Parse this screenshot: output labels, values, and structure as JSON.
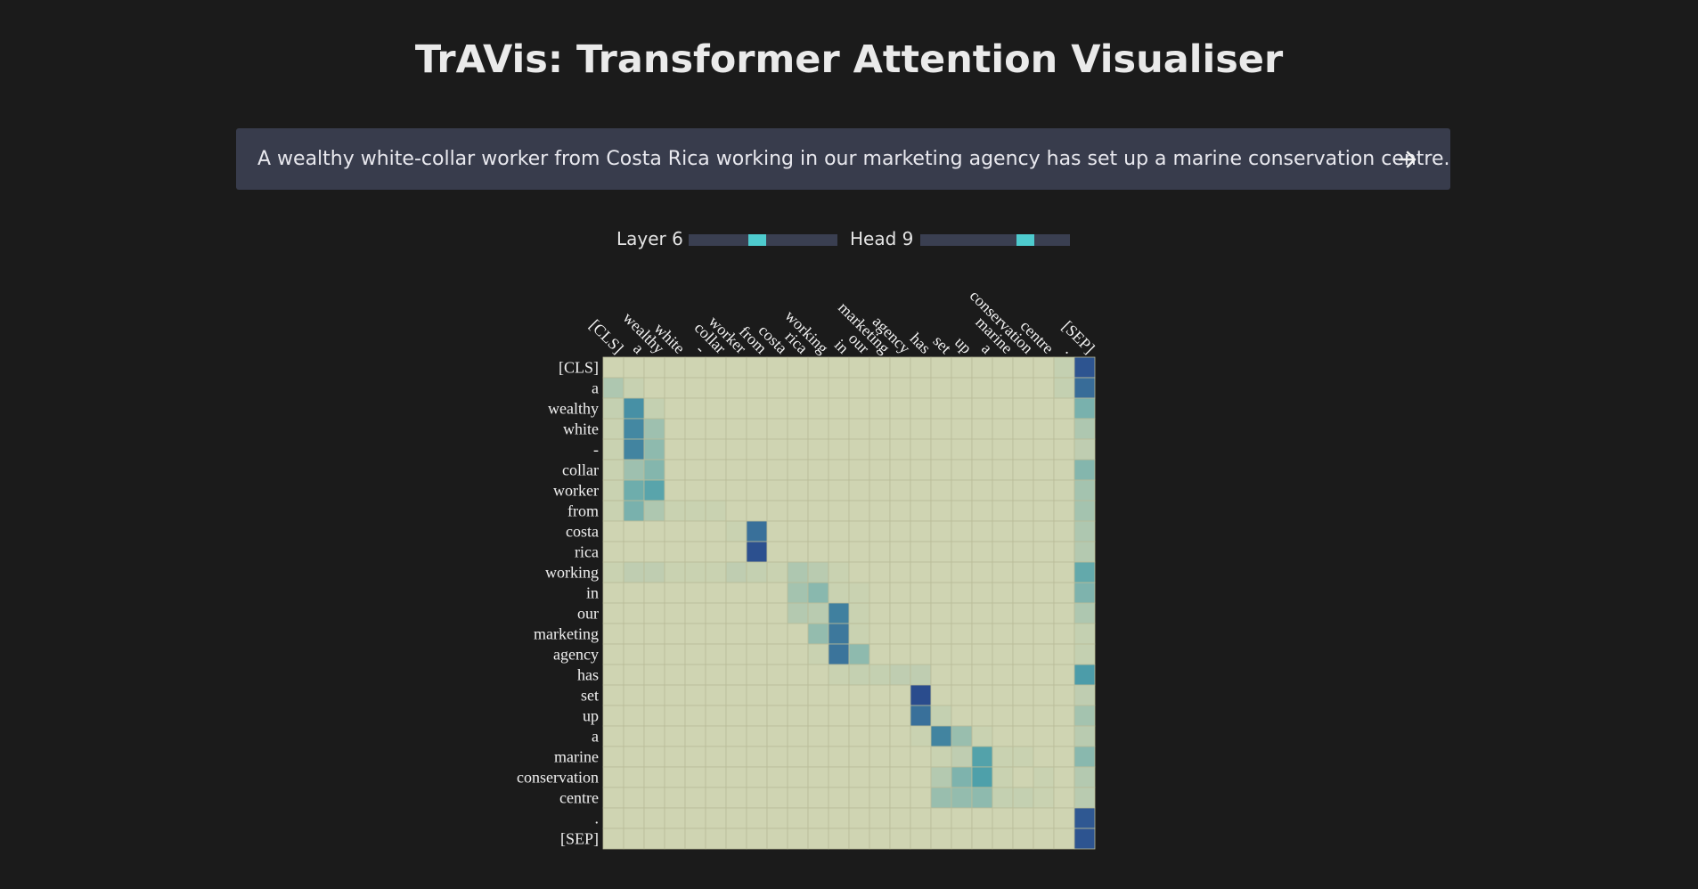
{
  "app": {
    "title": "TrAVis: Transformer Attention Visualiser"
  },
  "input": {
    "sentence": "A wealthy white-collar worker from Costa Rica working in our marketing agency has set up a marine conservation centre.",
    "submit_icon": "arrow-right-icon"
  },
  "controls": {
    "layer": {
      "label": "Layer 6",
      "value": 6,
      "min": 1,
      "max": 12
    },
    "head": {
      "label": "Head 9",
      "value": 9,
      "min": 1,
      "max": 12
    }
  },
  "chart_data": {
    "type": "heatmap",
    "tokens": [
      "[CLS]",
      "a",
      "wealthy",
      "white",
      "-",
      "collar",
      "worker",
      "from",
      "costa",
      "rica",
      "working",
      "in",
      "our",
      "marketing",
      "agency",
      "has",
      "set",
      "up",
      "a",
      "marine",
      "conservation",
      "centre",
      ".",
      "[SEP]"
    ],
    "colormap": "YlGnBu",
    "colors": {
      "low": "#d4d6b2",
      "mid": "#4ea0aa",
      "high": "#233c88"
    },
    "values": [
      [
        0.02,
        0.02,
        0.02,
        0.02,
        0.02,
        0.02,
        0.02,
        0.02,
        0.02,
        0.02,
        0.02,
        0.02,
        0.02,
        0.02,
        0.02,
        0.02,
        0.02,
        0.02,
        0.02,
        0.02,
        0.02,
        0.02,
        0.06,
        0.88
      ],
      [
        0.14,
        0.05,
        0.02,
        0.02,
        0.02,
        0.02,
        0.02,
        0.02,
        0.02,
        0.02,
        0.02,
        0.02,
        0.02,
        0.02,
        0.02,
        0.02,
        0.02,
        0.02,
        0.02,
        0.02,
        0.02,
        0.02,
        0.06,
        0.76
      ],
      [
        0.06,
        0.58,
        0.06,
        0.02,
        0.02,
        0.02,
        0.02,
        0.02,
        0.02,
        0.02,
        0.02,
        0.02,
        0.02,
        0.02,
        0.02,
        0.02,
        0.02,
        0.02,
        0.02,
        0.02,
        0.02,
        0.02,
        0.02,
        0.34
      ],
      [
        0.04,
        0.62,
        0.2,
        0.02,
        0.02,
        0.02,
        0.02,
        0.02,
        0.02,
        0.02,
        0.02,
        0.02,
        0.02,
        0.02,
        0.02,
        0.02,
        0.02,
        0.02,
        0.02,
        0.02,
        0.02,
        0.02,
        0.02,
        0.14
      ],
      [
        0.04,
        0.64,
        0.26,
        0.02,
        0.02,
        0.02,
        0.02,
        0.02,
        0.02,
        0.02,
        0.02,
        0.02,
        0.02,
        0.02,
        0.02,
        0.02,
        0.02,
        0.02,
        0.02,
        0.02,
        0.02,
        0.02,
        0.02,
        0.08
      ],
      [
        0.04,
        0.2,
        0.3,
        0.02,
        0.02,
        0.02,
        0.02,
        0.02,
        0.02,
        0.02,
        0.02,
        0.02,
        0.02,
        0.02,
        0.02,
        0.02,
        0.02,
        0.02,
        0.02,
        0.02,
        0.02,
        0.02,
        0.02,
        0.3
      ],
      [
        0.04,
        0.38,
        0.46,
        0.02,
        0.02,
        0.02,
        0.02,
        0.02,
        0.02,
        0.02,
        0.02,
        0.02,
        0.02,
        0.02,
        0.02,
        0.02,
        0.02,
        0.02,
        0.02,
        0.02,
        0.02,
        0.02,
        0.02,
        0.18
      ],
      [
        0.04,
        0.34,
        0.14,
        0.04,
        0.04,
        0.04,
        0.02,
        0.02,
        0.02,
        0.02,
        0.02,
        0.02,
        0.02,
        0.02,
        0.02,
        0.02,
        0.02,
        0.02,
        0.02,
        0.02,
        0.02,
        0.02,
        0.02,
        0.18
      ],
      [
        0.02,
        0.02,
        0.02,
        0.02,
        0.02,
        0.02,
        0.04,
        0.74,
        0.02,
        0.02,
        0.02,
        0.02,
        0.02,
        0.02,
        0.02,
        0.02,
        0.02,
        0.02,
        0.02,
        0.02,
        0.02,
        0.02,
        0.02,
        0.14
      ],
      [
        0.02,
        0.02,
        0.02,
        0.02,
        0.02,
        0.02,
        0.02,
        0.9,
        0.02,
        0.02,
        0.02,
        0.02,
        0.02,
        0.02,
        0.02,
        0.02,
        0.02,
        0.02,
        0.02,
        0.02,
        0.02,
        0.02,
        0.02,
        0.12
      ],
      [
        0.04,
        0.08,
        0.08,
        0.04,
        0.04,
        0.04,
        0.08,
        0.06,
        0.04,
        0.14,
        0.1,
        0.04,
        0.02,
        0.02,
        0.02,
        0.02,
        0.02,
        0.02,
        0.02,
        0.02,
        0.02,
        0.02,
        0.02,
        0.42
      ],
      [
        0.02,
        0.02,
        0.02,
        0.02,
        0.02,
        0.02,
        0.02,
        0.02,
        0.02,
        0.18,
        0.28,
        0.04,
        0.04,
        0.02,
        0.02,
        0.02,
        0.02,
        0.02,
        0.02,
        0.02,
        0.02,
        0.02,
        0.02,
        0.32
      ],
      [
        0.02,
        0.02,
        0.02,
        0.02,
        0.02,
        0.02,
        0.02,
        0.02,
        0.02,
        0.12,
        0.1,
        0.66,
        0.04,
        0.02,
        0.02,
        0.02,
        0.02,
        0.02,
        0.02,
        0.02,
        0.02,
        0.02,
        0.02,
        0.14
      ],
      [
        0.02,
        0.02,
        0.02,
        0.02,
        0.02,
        0.02,
        0.02,
        0.02,
        0.02,
        0.02,
        0.24,
        0.7,
        0.04,
        0.02,
        0.02,
        0.02,
        0.02,
        0.02,
        0.02,
        0.02,
        0.02,
        0.02,
        0.02,
        0.06
      ],
      [
        0.02,
        0.02,
        0.02,
        0.02,
        0.02,
        0.02,
        0.02,
        0.02,
        0.02,
        0.02,
        0.04,
        0.72,
        0.26,
        0.02,
        0.02,
        0.02,
        0.02,
        0.02,
        0.02,
        0.02,
        0.02,
        0.02,
        0.02,
        0.06
      ],
      [
        0.02,
        0.02,
        0.02,
        0.02,
        0.02,
        0.02,
        0.02,
        0.02,
        0.02,
        0.02,
        0.02,
        0.04,
        0.06,
        0.06,
        0.08,
        0.08,
        0.02,
        0.02,
        0.02,
        0.02,
        0.02,
        0.02,
        0.02,
        0.52
      ],
      [
        0.02,
        0.02,
        0.02,
        0.02,
        0.02,
        0.02,
        0.02,
        0.02,
        0.02,
        0.02,
        0.02,
        0.02,
        0.02,
        0.02,
        0.02,
        0.92,
        0.02,
        0.02,
        0.02,
        0.02,
        0.02,
        0.02,
        0.02,
        0.08
      ],
      [
        0.02,
        0.02,
        0.02,
        0.02,
        0.02,
        0.02,
        0.02,
        0.02,
        0.02,
        0.02,
        0.02,
        0.02,
        0.02,
        0.02,
        0.02,
        0.74,
        0.06,
        0.02,
        0.02,
        0.02,
        0.02,
        0.02,
        0.02,
        0.18
      ],
      [
        0.02,
        0.02,
        0.02,
        0.02,
        0.02,
        0.02,
        0.02,
        0.02,
        0.02,
        0.02,
        0.02,
        0.02,
        0.02,
        0.02,
        0.02,
        0.04,
        0.64,
        0.22,
        0.04,
        0.02,
        0.02,
        0.02,
        0.02,
        0.1
      ],
      [
        0.02,
        0.02,
        0.02,
        0.02,
        0.02,
        0.02,
        0.02,
        0.02,
        0.02,
        0.02,
        0.02,
        0.02,
        0.02,
        0.02,
        0.02,
        0.02,
        0.04,
        0.08,
        0.48,
        0.04,
        0.04,
        0.02,
        0.02,
        0.28
      ],
      [
        0.02,
        0.02,
        0.02,
        0.02,
        0.02,
        0.02,
        0.02,
        0.02,
        0.02,
        0.02,
        0.02,
        0.02,
        0.02,
        0.02,
        0.02,
        0.02,
        0.12,
        0.32,
        0.5,
        0.04,
        0.02,
        0.04,
        0.02,
        0.12
      ],
      [
        0.02,
        0.02,
        0.02,
        0.02,
        0.02,
        0.02,
        0.02,
        0.02,
        0.02,
        0.02,
        0.02,
        0.02,
        0.02,
        0.02,
        0.02,
        0.02,
        0.22,
        0.24,
        0.26,
        0.06,
        0.06,
        0.04,
        0.02,
        0.1
      ],
      [
        0.02,
        0.02,
        0.02,
        0.02,
        0.02,
        0.02,
        0.02,
        0.02,
        0.02,
        0.02,
        0.02,
        0.02,
        0.02,
        0.02,
        0.02,
        0.02,
        0.02,
        0.02,
        0.02,
        0.02,
        0.02,
        0.02,
        0.02,
        0.86
      ],
      [
        0.02,
        0.02,
        0.02,
        0.02,
        0.02,
        0.02,
        0.02,
        0.02,
        0.02,
        0.02,
        0.02,
        0.02,
        0.02,
        0.02,
        0.02,
        0.02,
        0.02,
        0.02,
        0.02,
        0.02,
        0.02,
        0.02,
        0.02,
        0.88
      ]
    ]
  }
}
